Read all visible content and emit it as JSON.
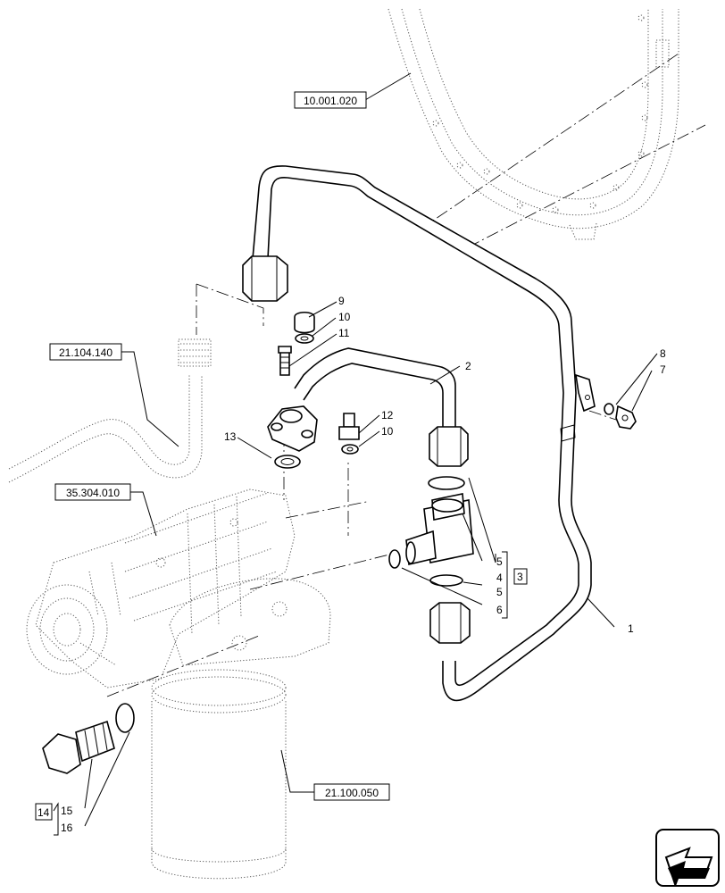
{
  "references": {
    "engine_ref": "10.001.020",
    "pipe_ref": "21.104.140",
    "pump_ref": "35.304.010",
    "filter_ref": "21.100.050"
  },
  "callouts": {
    "c1": "1",
    "c2": "2",
    "c3": "3",
    "c4": "4",
    "c5a": "5",
    "c5b": "5",
    "c6": "6",
    "c7": "7",
    "c8": "8",
    "c9": "9",
    "c10a": "10",
    "c10b": "10",
    "c11": "11",
    "c12": "12",
    "c13": "13",
    "c14": "14",
    "c15": "15",
    "c16": "16"
  },
  "nav_icon": "next-page-arrow-icon"
}
